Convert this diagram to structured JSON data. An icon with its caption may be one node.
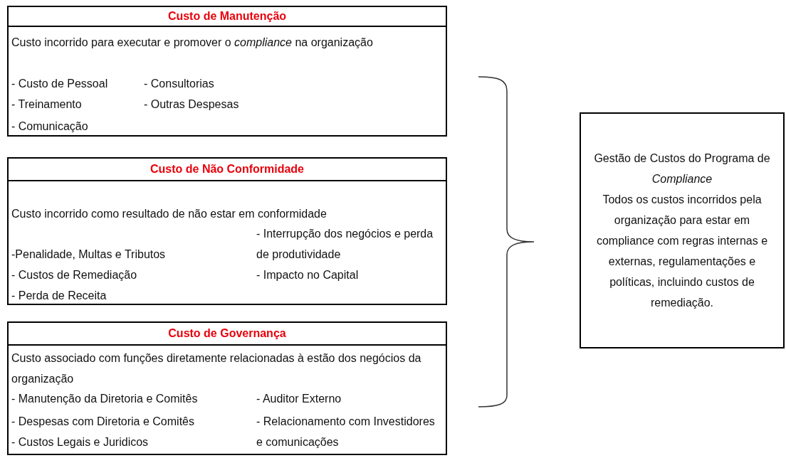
{
  "diagram": {
    "nodes": [
      {
        "text": [
          "Custo de Manutenção",
          "Custo incorrido para executar e promover o *compliance* na organização",
          "- Custo de Pessoal",
          "- Consultorias",
          "- Treinamento",
          "- Outras Despesas",
          "- Comunicação"
        ]
      },
      {
        "text": [
          "Custo de Não Conformidade",
          "Custo incorrido como resultado de não estar em conformidade",
          "- Interrupção dos negócios e perda de produtividade",
          "-Penalidade, Multas e Tributos",
          "- Custos de Remediação",
          "- Impacto no Capital",
          "- Perda de Receita"
        ]
      },
      {
        "text": [
          "Custo de Governança",
          "Custo associado com funções diretamente relacionadas à estão dos negócios da organização",
          "- Manutenção da Diretoria e Comitês",
          "- Auditor Externo",
          "- Despesas com Diretoria e Comitês",
          "- Relacionamento com Investidores e comunicações",
          "- Custos Legais e Juridicos"
        ]
      },
      {
        "text": [
          "Gestão de Custos do Programa de *Compliance*",
          "Todos os custos incorridos pela organização para estar em compliance com regras internas e externas, regulamentações e políticas, incluindo custos de remediação."
        ]
      }
    ]
  }
}
